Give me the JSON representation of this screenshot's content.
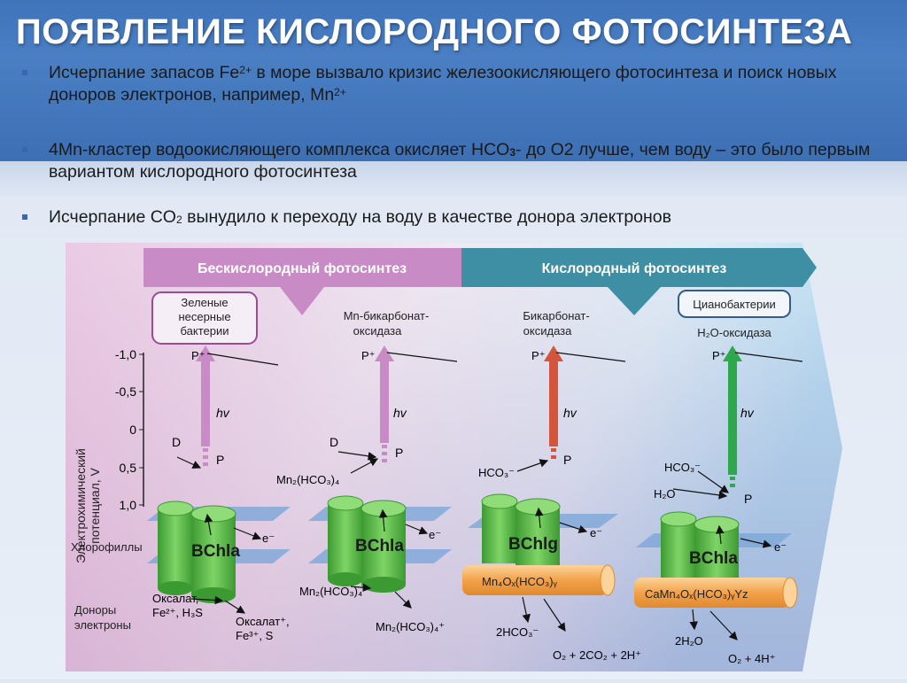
{
  "title": "ПОЯВЛЕНИЕ КИСЛОРОДНОГО ФОТОСИНТЕЗА",
  "bullets": [
    {
      "parts": [
        {
          "t": "Исчерпание запасов Fe"
        },
        {
          "sup": "2+"
        },
        {
          "t": " в море вызвало кризис железоокисляющего фотосинтеза и поиск новых доноров электронов, например, Mn"
        },
        {
          "sup": "2+"
        }
      ]
    },
    {
      "parts": [
        {
          "t": "4Mn-кластер водоокисляющего комплекса окисляет HCO"
        },
        {
          "sub": "3"
        },
        {
          "t": "- до O2 лучше, чем воду – это было первым вариантом кислородного фотосинтеза"
        }
      ]
    },
    {
      "parts": [
        {
          "t": "Исчерпание CO"
        },
        {
          "sub": "2"
        },
        {
          "t": " вынудило к переходу на воду в качестве донора электронов"
        }
      ]
    }
  ],
  "figure": {
    "anoxygenic_label": "Бескислородный фотосинтез",
    "oxygenic_label": "Кислородный фотосинтез",
    "y_axis_label_1": "Электрохимический",
    "y_axis_label_2": "потенциал, V",
    "y_ticks": [
      "-1,0",
      "-0,5",
      "0",
      "0,5",
      "1,0"
    ],
    "chlorophylls_label": "Хлорофиллы",
    "donors_label_1": "Доноры",
    "donors_label_2": "электроны",
    "green_bacteria": [
      "Зеленые",
      "несерные",
      "бактерии"
    ],
    "cyanobacteria": "Цианобактерии",
    "col2_name": [
      "Mn-бикарбонат-",
      "оксидаза"
    ],
    "col3_name": [
      "Бикарбонат-",
      "оксидаза"
    ],
    "col4_name": "H₂O-оксидаза",
    "p_plus": "P⁺",
    "p": "P",
    "d": "D",
    "hv": "hv",
    "e_minus": "e⁻",
    "col2_donor": "Mn₂(HCO₃)₄",
    "col3_donor": "HCO₃⁻",
    "col4_donor_1": "HCO₃⁻",
    "col4_donor_2": "H₂O",
    "bchl": [
      "BChla",
      "BChla",
      "BChlg",
      "BChla"
    ],
    "cluster3": "Mn₄Oₓ(HCO₃)ᵧ",
    "cluster4": "CaMn₄Oₓ(HCO₃)ᵧYz",
    "col1_bottom_in": [
      "Оксалат,",
      "Fe²⁺, H₃S"
    ],
    "col1_bottom_out": [
      "Оксалат⁺,",
      "Fe³⁺, S"
    ],
    "col2_bottom_in": "Mn₂(HCO₃)₄",
    "col2_bottom_out": "Mn₂(HCO₃)₄⁺",
    "col3_bottom_in": "2HCO₃⁻",
    "col3_bottom_out": "O₂ + 2CO₂ + 2H⁺",
    "col4_bottom_in": "2H₂O",
    "col4_bottom_out": "O₂ + 4H⁺",
    "colors": {
      "anoxygenic_banner": "#c888c4",
      "oxygenic_banner": "#3f8fa4",
      "arrow_violet": "#c88ac8",
      "arrow_red": "#d4553b",
      "arrow_green": "#2ea84c",
      "cylinder_green": "#5fbf4a",
      "membrane": "#7da6d8",
      "cluster_orange": "#f3a24a"
    }
  }
}
